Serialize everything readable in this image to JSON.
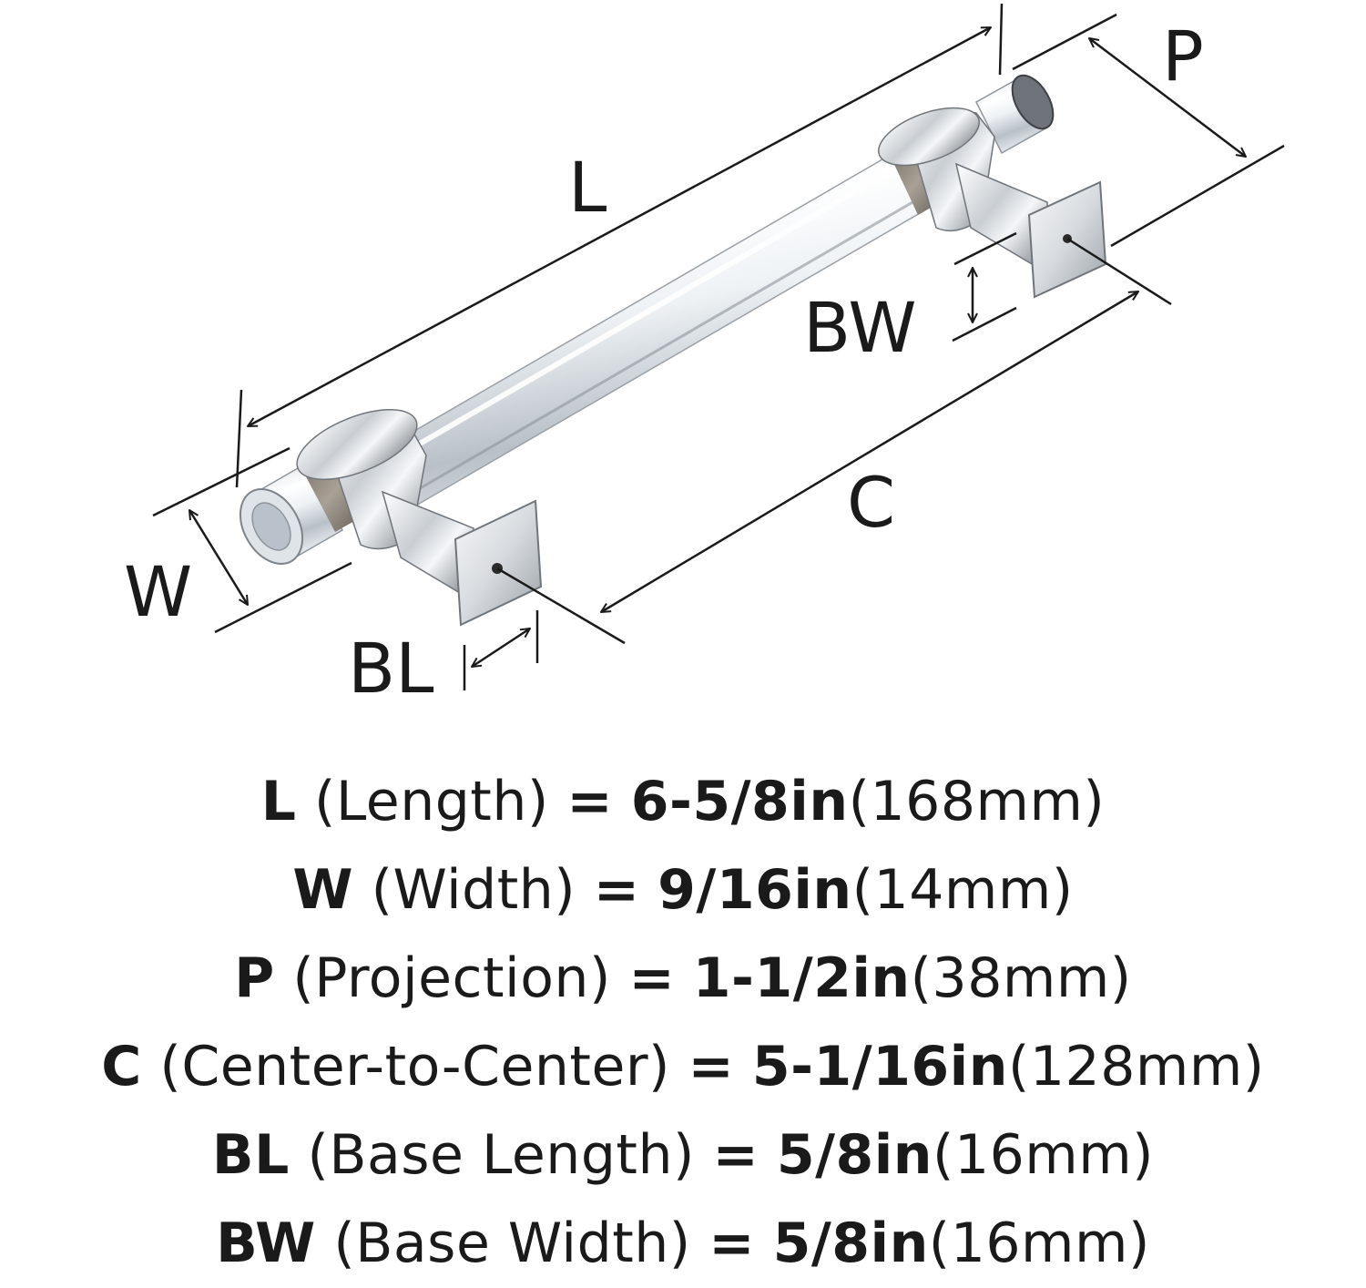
{
  "diagram": {
    "labels": {
      "L": "L",
      "P": "P",
      "BW": "BW",
      "C": "C",
      "W": "W",
      "BL": "BL"
    },
    "colors": {
      "line": "#1a1a1a",
      "chrome_light": "#f4f6f8",
      "chrome_mid": "#c9ced3",
      "chrome_dark": "#5f6368",
      "acrylic": "#e9eef2",
      "tint": "#8a8276"
    }
  },
  "specs": [
    {
      "code": "L",
      "name": "(Length)",
      "eq": "=",
      "inch": "6-5/8in",
      "mm": "(168mm)"
    },
    {
      "code": "W",
      "name": "(Width)",
      "eq": "=",
      "inch": "9/16in",
      "mm": "(14mm)"
    },
    {
      "code": "P",
      "name": "(Projection)",
      "eq": "=",
      "inch": "1-1/2in",
      "mm": "(38mm)"
    },
    {
      "code": "C",
      "name": "(Center-to-Center)",
      "eq": "=",
      "inch": "5-1/16in",
      "mm": "(128mm)"
    },
    {
      "code": "BL",
      "name": "(Base Length)",
      "eq": "=",
      "inch": "5/8in",
      "mm": "(16mm)"
    },
    {
      "code": "BW",
      "name": "(Base Width)",
      "eq": "=",
      "inch": "5/8in",
      "mm": "(16mm)"
    }
  ]
}
